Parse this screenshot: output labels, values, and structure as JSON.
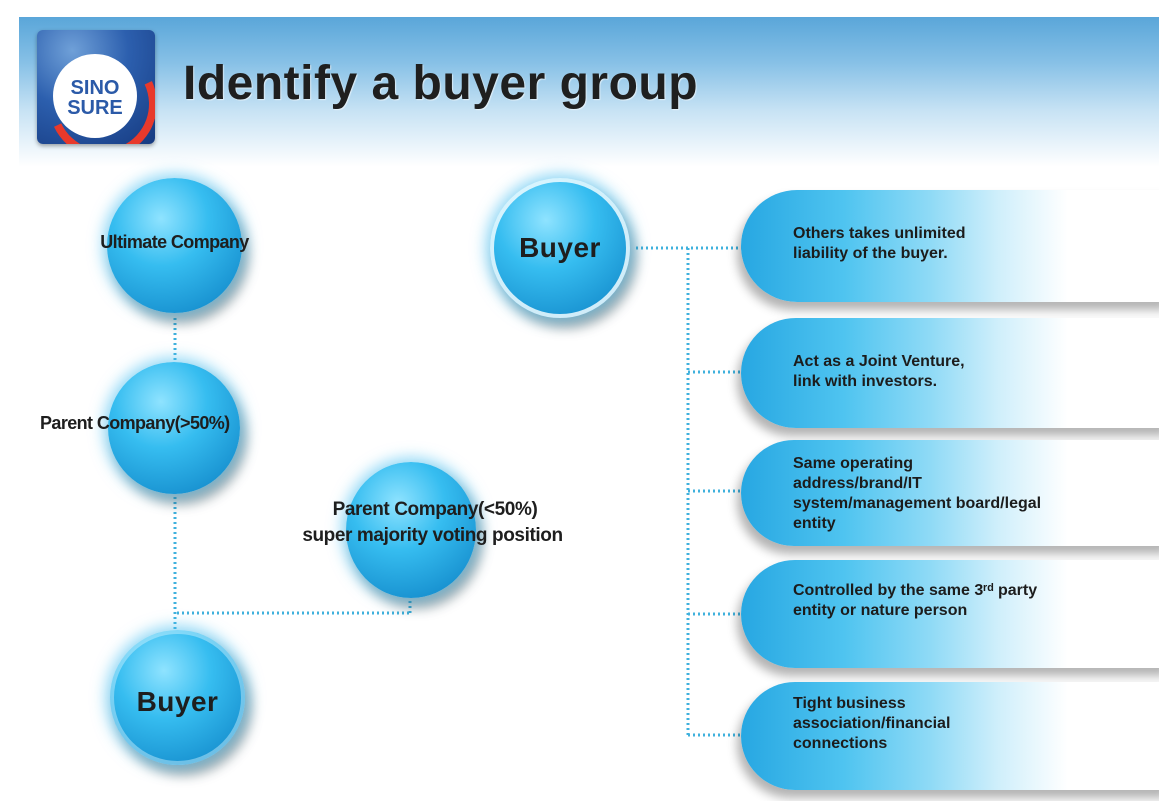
{
  "slide": {
    "title": "Identify a buyer group",
    "logo": {
      "text": "SINO\nSURE"
    }
  },
  "left_chain": {
    "ultimate": "Ultimate Company",
    "parent_majority": "Parent Company(>50%)",
    "parent_minority_line1": "Parent Company(<50%)",
    "parent_minority_line2": "super majority voting position",
    "buyer": "Buyer"
  },
  "right_tree": {
    "buyer": "Buyer",
    "items": [
      {
        "text": "Others takes unlimited\nliability of the buyer."
      },
      {
        "text": "Act  as a Joint Venture,\nlink with investors."
      },
      {
        "text": "Same operating\naddress/brand/IT\nsystem/management board/legal\nentity"
      },
      {
        "text": "Controlled by the same 3ʳᵈ party\nentity or nature person"
      },
      {
        "text": "Tight business\nassociation/financial\nconnections"
      }
    ]
  },
  "colors": {
    "node_fill": "#1a94d2",
    "node_highlight": "#8fe3ff",
    "connector": "#3fb1dd",
    "header_top": "#5aa6d9"
  }
}
